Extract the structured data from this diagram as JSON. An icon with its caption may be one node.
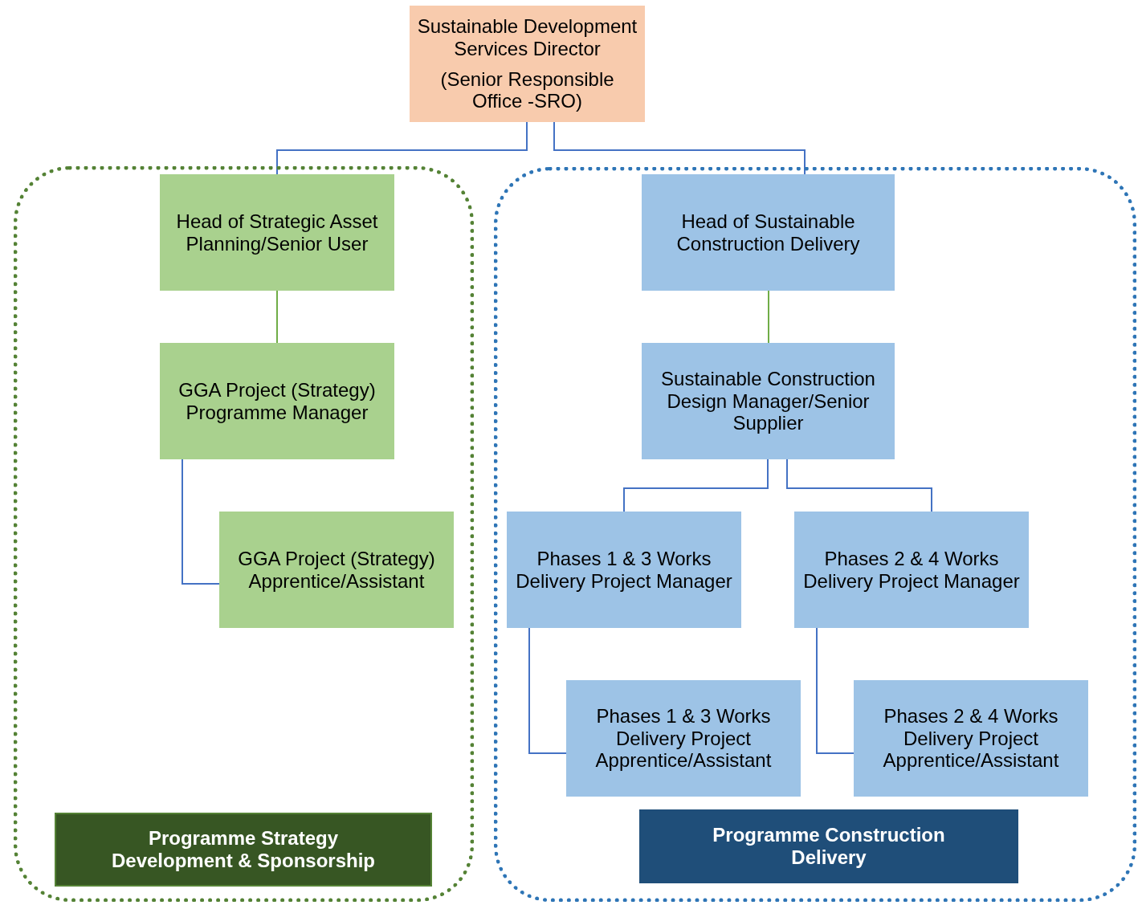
{
  "diagram": {
    "nodes": [
      {
        "text": [
          "Sustainable Development Services Director",
          "(Senior Responsible Office -SRO)"
        ]
      },
      {
        "text": [],
        "shape": "box"
      },
      {
        "text": [
          "Head of Strategic Asset Planning/Senior User"
        ],
        "in": 1
      },
      {
        "text": [
          "GGA Project (Strategy) Programme Manager"
        ],
        "in": 1
      },
      {
        "text": [
          "GGA Project (Strategy) Apprentice/Assistant"
        ],
        "in": 1
      },
      {
        "text": [
          "Programme Strategy Development & Sponsorship"
        ],
        "in": 1
      },
      {
        "text": [],
        "shape": "box"
      },
      {
        "text": [
          "Head of Sustainable Construction Delivery"
        ],
        "in": 6
      },
      {
        "text": [
          "Sustainable Construction Design Manager/Senior Supplier"
        ],
        "in": 6
      },
      {
        "text": [
          "Phases 1 & 3 Works Delivery Project Manager"
        ],
        "in": 6
      },
      {
        "text": [
          "Phases 2 & 4 Works Delivery Project Manager"
        ],
        "in": 6
      },
      {
        "text": [
          "Phases 1 & 3 Works Delivery Project Apprentice/Assistant"
        ],
        "in": 6
      },
      {
        "text": [
          "Phases 2 & 4 Works Delivery Project Apprentice/Assistant"
        ],
        "in": 6
      },
      {
        "text": [
          "Programme Construction Delivery"
        ],
        "in": 6
      }
    ],
    "edges": [
      {
        "from": 0,
        "to": 2,
        "arrow": "none"
      },
      {
        "from": 0,
        "to": 7,
        "arrow": "none"
      },
      {
        "from": 2,
        "to": 3,
        "arrow": "none",
        "color": "#70ad47"
      },
      {
        "from": 3,
        "to": 4,
        "arrow": "none"
      },
      {
        "from": 7,
        "to": 8,
        "arrow": "none",
        "color": "#70ad47"
      },
      {
        "from": 8,
        "to": 9,
        "arrow": "none"
      },
      {
        "from": 8,
        "to": 10,
        "arrow": "none"
      },
      {
        "from": 9,
        "to": 11,
        "arrow": "none"
      },
      {
        "from": 10,
        "to": 12,
        "arrow": "none"
      }
    ]
  }
}
